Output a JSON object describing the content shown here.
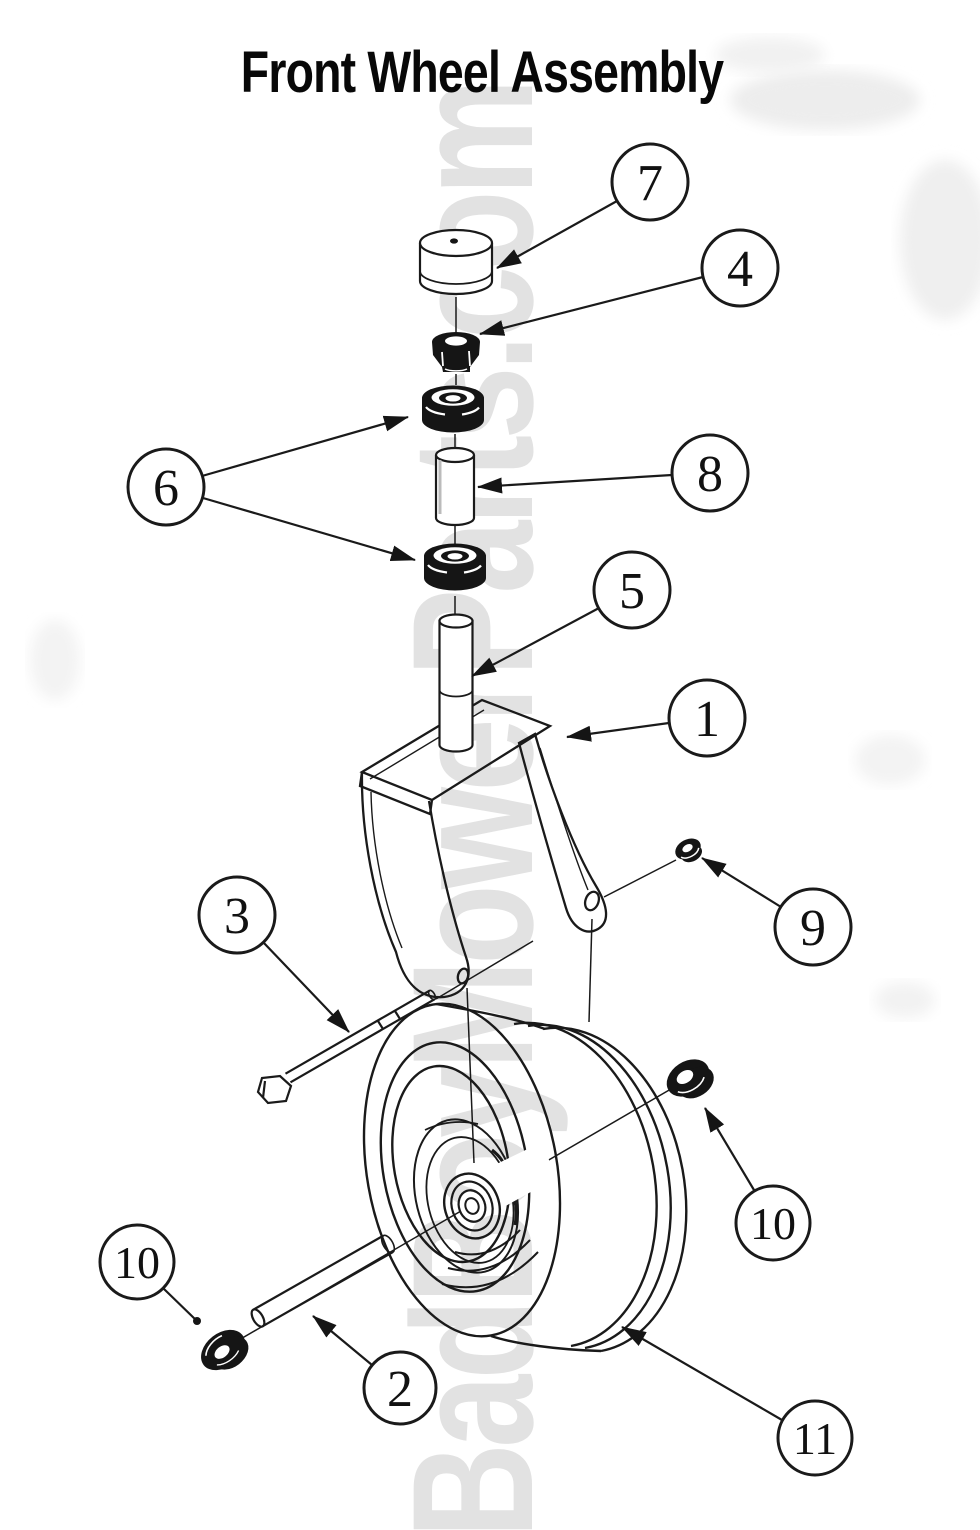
{
  "title": "Front Wheel Assembly",
  "watermark": "BadBoyMowerParts.com",
  "colors": {
    "line": "#1a1a1a",
    "dark_fill": "#151515",
    "watermark": "#d9d9d9",
    "background": "#ffffff"
  },
  "callouts": [
    {
      "id": "7",
      "part": "dust-cap"
    },
    {
      "id": "4",
      "part": "lock-nut"
    },
    {
      "id": "6",
      "part": "spindle-bearings"
    },
    {
      "id": "8",
      "part": "bearing-spacer"
    },
    {
      "id": "5",
      "part": "spindle-shaft"
    },
    {
      "id": "1",
      "part": "caster-fork"
    },
    {
      "id": "9",
      "part": "axle-nut"
    },
    {
      "id": "3",
      "part": "axle-bolt"
    },
    {
      "id": "10",
      "part": "wheel-bearing-right"
    },
    {
      "id": "10",
      "part": "wheel-bearing-left"
    },
    {
      "id": "2",
      "part": "axle-spacer-tube"
    },
    {
      "id": "11",
      "part": "tire-and-wheel"
    }
  ]
}
